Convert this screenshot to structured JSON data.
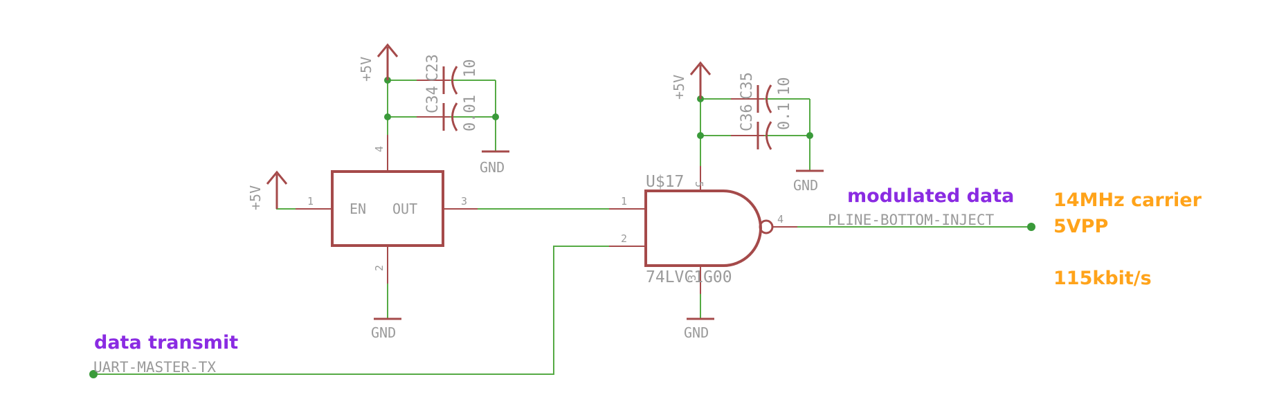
{
  "annotations": {
    "input_label": "data transmit",
    "output_label": "modulated data",
    "carrier_line1": "14MHz carrier",
    "carrier_line2": "5VPP",
    "bitrate": "115kbit/s"
  },
  "nets": {
    "input": "UART-MASTER-TX",
    "output": "PLINE-BOTTOM-INJECT"
  },
  "power": {
    "vcc": "+5V",
    "gnd": "GND"
  },
  "oscillator": {
    "en_label": "EN",
    "out_label": "OUT",
    "pin_en": "1",
    "pin_gnd": "2",
    "pin_out": "3",
    "pin_vcc": "4"
  },
  "decoupling_osc": {
    "cap_a_name": "C34",
    "cap_a_value": "0.01",
    "cap_b_name": "C23",
    "cap_b_value": "10"
  },
  "gate": {
    "ref": "U$17",
    "part": "74LVC1G00",
    "pin_a": "1",
    "pin_b": "2",
    "pin_gnd": "3",
    "pin_y": "4",
    "pin_vcc": "5"
  },
  "decoupling_gate": {
    "cap_a_name": "C36",
    "cap_a_value": "0.1",
    "cap_b_name": "C35",
    "cap_b_value": "10"
  }
}
